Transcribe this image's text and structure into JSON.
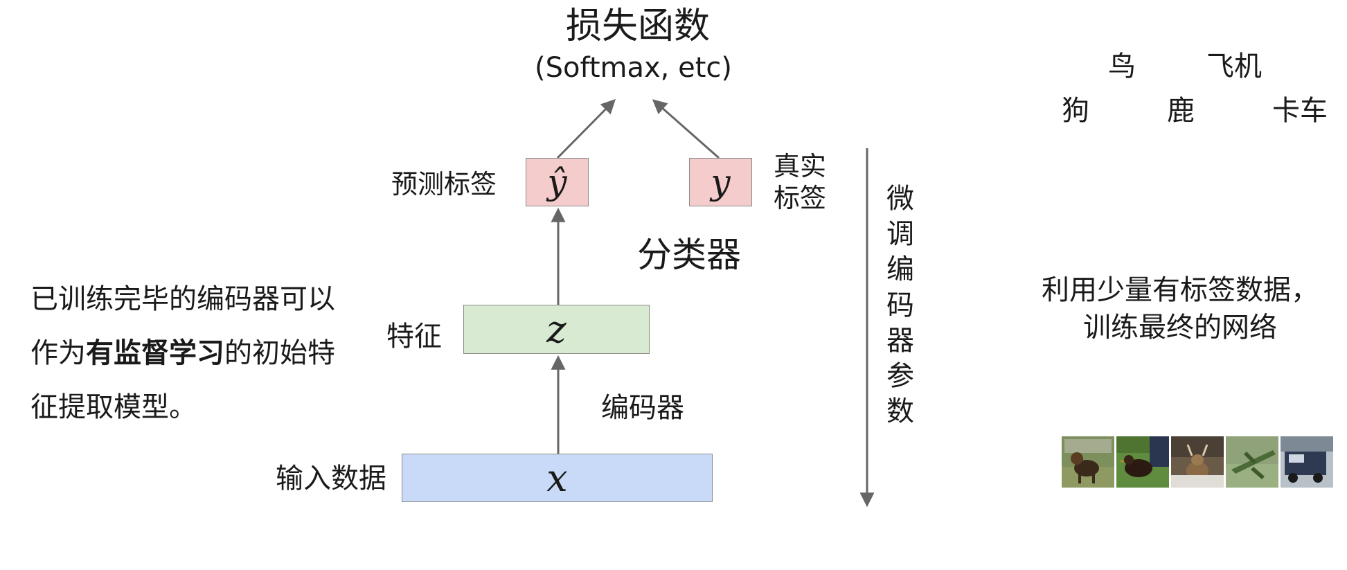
{
  "diagram": {
    "title": "损失函数",
    "subtitle": "(Softmax, etc)",
    "predicted_label_text": "预测标签",
    "predicted_symbol": "ŷ",
    "true_label_text": "真实标签",
    "true_symbol": "y",
    "classifier_text": "分类器",
    "feature_text": "特征",
    "feature_symbol": "z",
    "encoder_text": "编码器",
    "input_text": "输入数据",
    "input_symbol": "x",
    "finetune_text": "微调编码器参数"
  },
  "left_note": {
    "part1": "已训练完毕的编码器可以作为",
    "bold": "有监督学习",
    "part2": "的初始特征提取模型。"
  },
  "classes": {
    "row1": [
      "鸟",
      "飞机"
    ],
    "row2": [
      "狗",
      "鹿",
      "卡车"
    ]
  },
  "right_note": {
    "line1": "利用少量有标签数据，",
    "line2": "训练最终的网络"
  },
  "thumbnails": [
    "dog",
    "bird",
    "deer",
    "airplane",
    "truck"
  ],
  "colors": {
    "label_box": "#f4cccc",
    "feature_box": "#d9ead3",
    "input_box": "#c9daf8",
    "arrow": "#666666"
  }
}
